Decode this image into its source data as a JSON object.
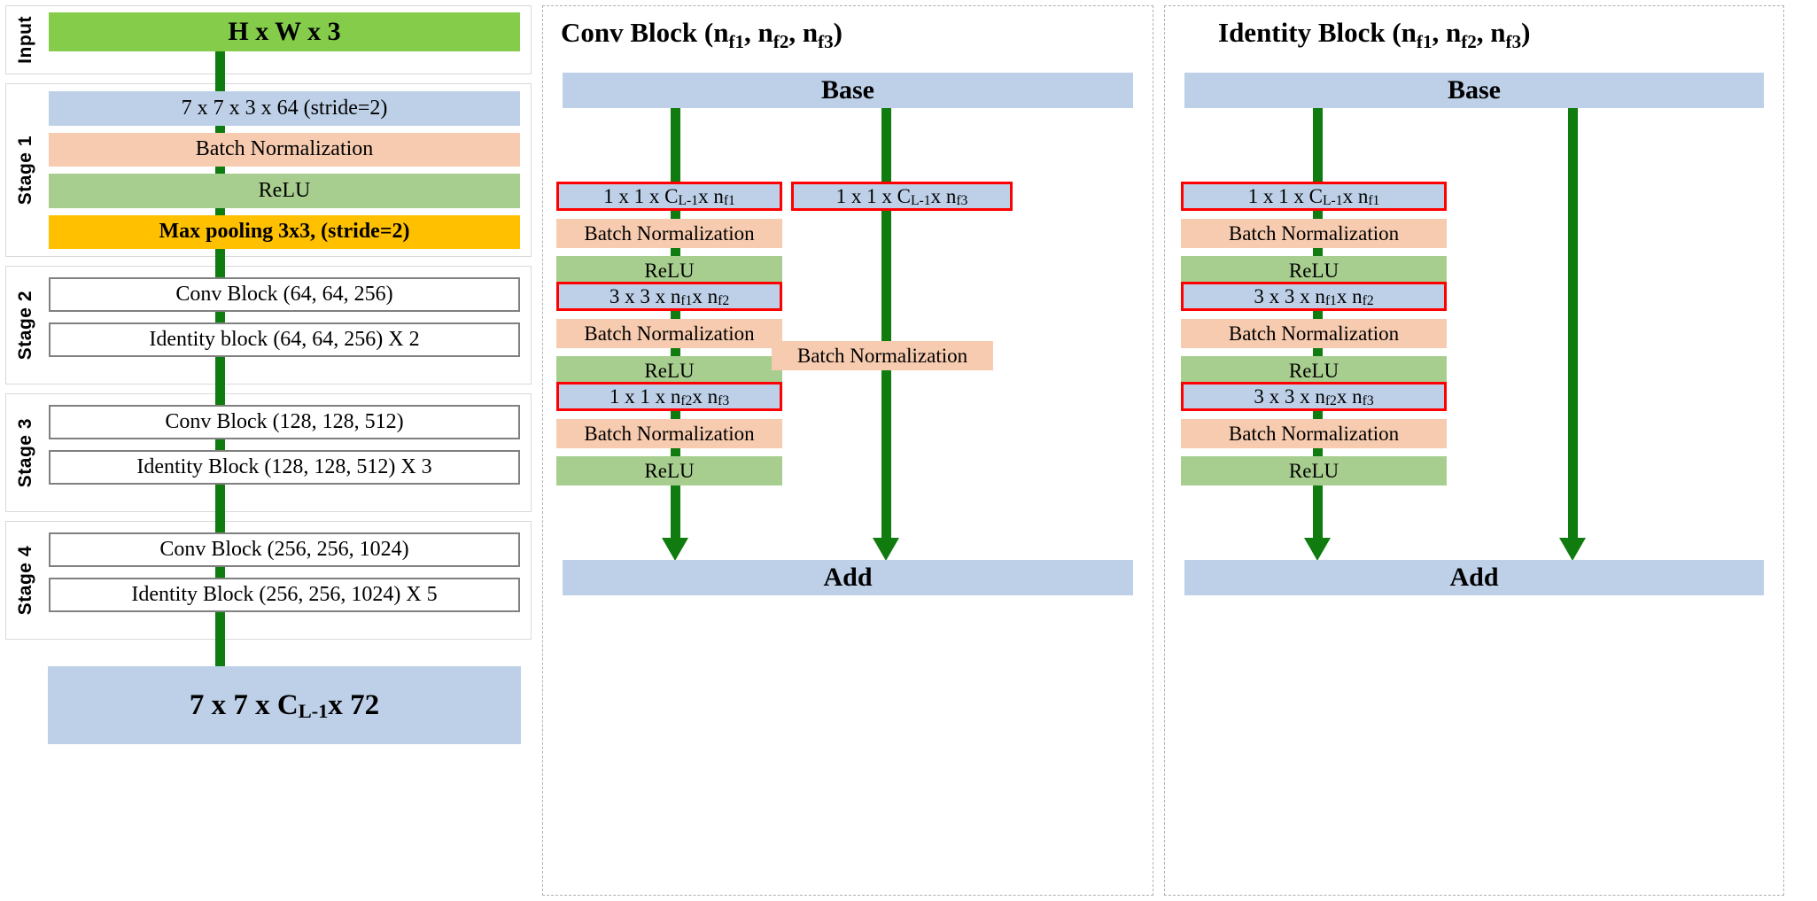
{
  "backbone": {
    "input": {
      "stage_label": "Input",
      "block": "H x W x 3"
    },
    "stages": [
      {
        "label": "Stage 1",
        "layers": [
          {
            "text": "7 x 7 x 3 x 64 (stride=2)",
            "kind": "conv"
          },
          {
            "text": "Batch Normalization",
            "kind": "bn"
          },
          {
            "text": "ReLU",
            "kind": "relu"
          },
          {
            "text": "Max pooling 3x3, (stride=2)",
            "kind": "pool"
          }
        ]
      },
      {
        "label": "Stage 2",
        "layers": [
          {
            "text": "Conv Block (64, 64, 256)",
            "kind": "block"
          },
          {
            "text": "Identity block (64, 64, 256)  X 2",
            "kind": "block"
          }
        ]
      },
      {
        "label": "Stage 3",
        "layers": [
          {
            "text": "Conv Block (128, 128, 512)",
            "kind": "block"
          },
          {
            "text": "Identity Block (128, 128, 512) X 3",
            "kind": "block"
          }
        ]
      },
      {
        "label": "Stage 4",
        "layers": [
          {
            "text": "Conv Block (256, 256, 1024)",
            "kind": "block"
          },
          {
            "text": "Identity Block (256, 256, 1024) X 5",
            "kind": "block"
          }
        ]
      }
    ],
    "output": {
      "prefix": "7 x 7 x C",
      "subscript": "L-1",
      "suffix": " x 72"
    }
  },
  "conv_block": {
    "title_prefix": "Conv Block (n",
    "title": "Conv Block (nf1, nf2, nf3)",
    "base_label": "Base",
    "add_label": "Add",
    "main_branch": [
      {
        "text": "1 x 1 x CL-1 x nf1",
        "kind": "conv",
        "has_sub": true
      },
      {
        "text": "Batch Normalization",
        "kind": "bn"
      },
      {
        "text": "ReLU",
        "kind": "relu"
      },
      {
        "text": "3 x 3 x nf1 x nf2",
        "kind": "conv"
      },
      {
        "text": "Batch Normalization",
        "kind": "bn"
      },
      {
        "text": "ReLU",
        "kind": "relu"
      },
      {
        "text": "1 x 1 x nf2 x nf3",
        "kind": "conv"
      },
      {
        "text": "Batch Normalization",
        "kind": "bn"
      },
      {
        "text": "ReLU",
        "kind": "relu"
      }
    ],
    "shortcut_branch": [
      {
        "text": "1 x 1 x CL-1 x nf3",
        "kind": "conv"
      },
      {
        "text": "Batch Normalization",
        "kind": "bn"
      }
    ]
  },
  "identity_block": {
    "title": "Identity Block (nf1, nf2, nf3)",
    "base_label": "Base",
    "add_label": "Add",
    "main_branch": [
      {
        "text": "1 x 1 x CL-1 x nf1",
        "kind": "conv"
      },
      {
        "text": "Batch Normalization",
        "kind": "bn"
      },
      {
        "text": "ReLU",
        "kind": "relu"
      },
      {
        "text": "3 x 3 x nf1 x nf2",
        "kind": "conv"
      },
      {
        "text": "Batch Normalization",
        "kind": "bn"
      },
      {
        "text": "ReLU",
        "kind": "relu"
      },
      {
        "text": "3 x 3 x nf2 x nf3",
        "kind": "conv"
      },
      {
        "text": "Batch Normalization",
        "kind": "bn"
      },
      {
        "text": "ReLU",
        "kind": "relu"
      }
    ],
    "shortcut_branch": []
  },
  "colors": {
    "conv_blue": "#bdd0e8",
    "batchnorm_peach": "#f7cbaf",
    "relu_green": "#a8ce8f",
    "input_green": "#84cc4a",
    "maxpool_orange": "#ffc000",
    "arrow_green": "#107c10",
    "highlight_red": "#ff0000",
    "block_outline_gray": "#808080"
  }
}
